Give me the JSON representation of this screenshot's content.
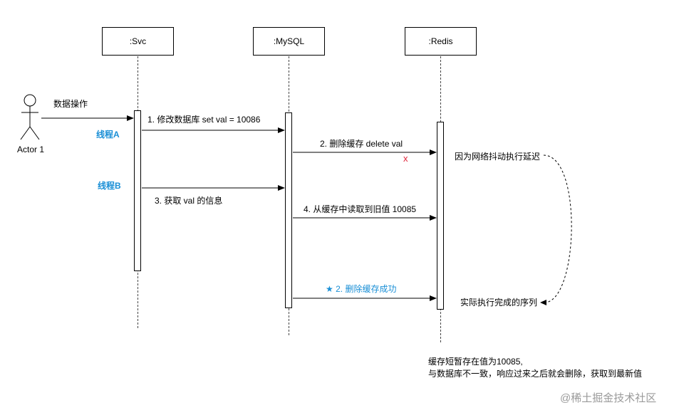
{
  "participants": [
    {
      "id": "svc",
      "label": ":Svc"
    },
    {
      "id": "mysql",
      "label": ":MySQL"
    },
    {
      "id": "redis",
      "label": ":Redis"
    }
  ],
  "actor": {
    "label": "Actor 1"
  },
  "messages": {
    "m0": "数据操作",
    "m1": "1. 修改数据库  set val = 10086",
    "m2": "2. 删除缓存 delete val",
    "m3": "3. 获取 val 的信息",
    "m4": "4. 从缓存中读取到旧值 10085",
    "m5": "2. 删除缓存成功"
  },
  "threads": {
    "a": "线程A",
    "b": "线程B"
  },
  "fail_mark": "x",
  "star": "★",
  "notes": {
    "delay": "因为网络抖动执行延迟",
    "actual_order": "实际执行完成的序列",
    "summary_line1": "缓存短暂存在值为10085,",
    "summary_line2": "与数据库不一致，响应过来之后就会删除，获取到最新值"
  },
  "watermark": "@稀土掘金技术社区",
  "colors": {
    "thread": "#1a8fd6",
    "fail": "#e0253a",
    "line": "#000000"
  }
}
